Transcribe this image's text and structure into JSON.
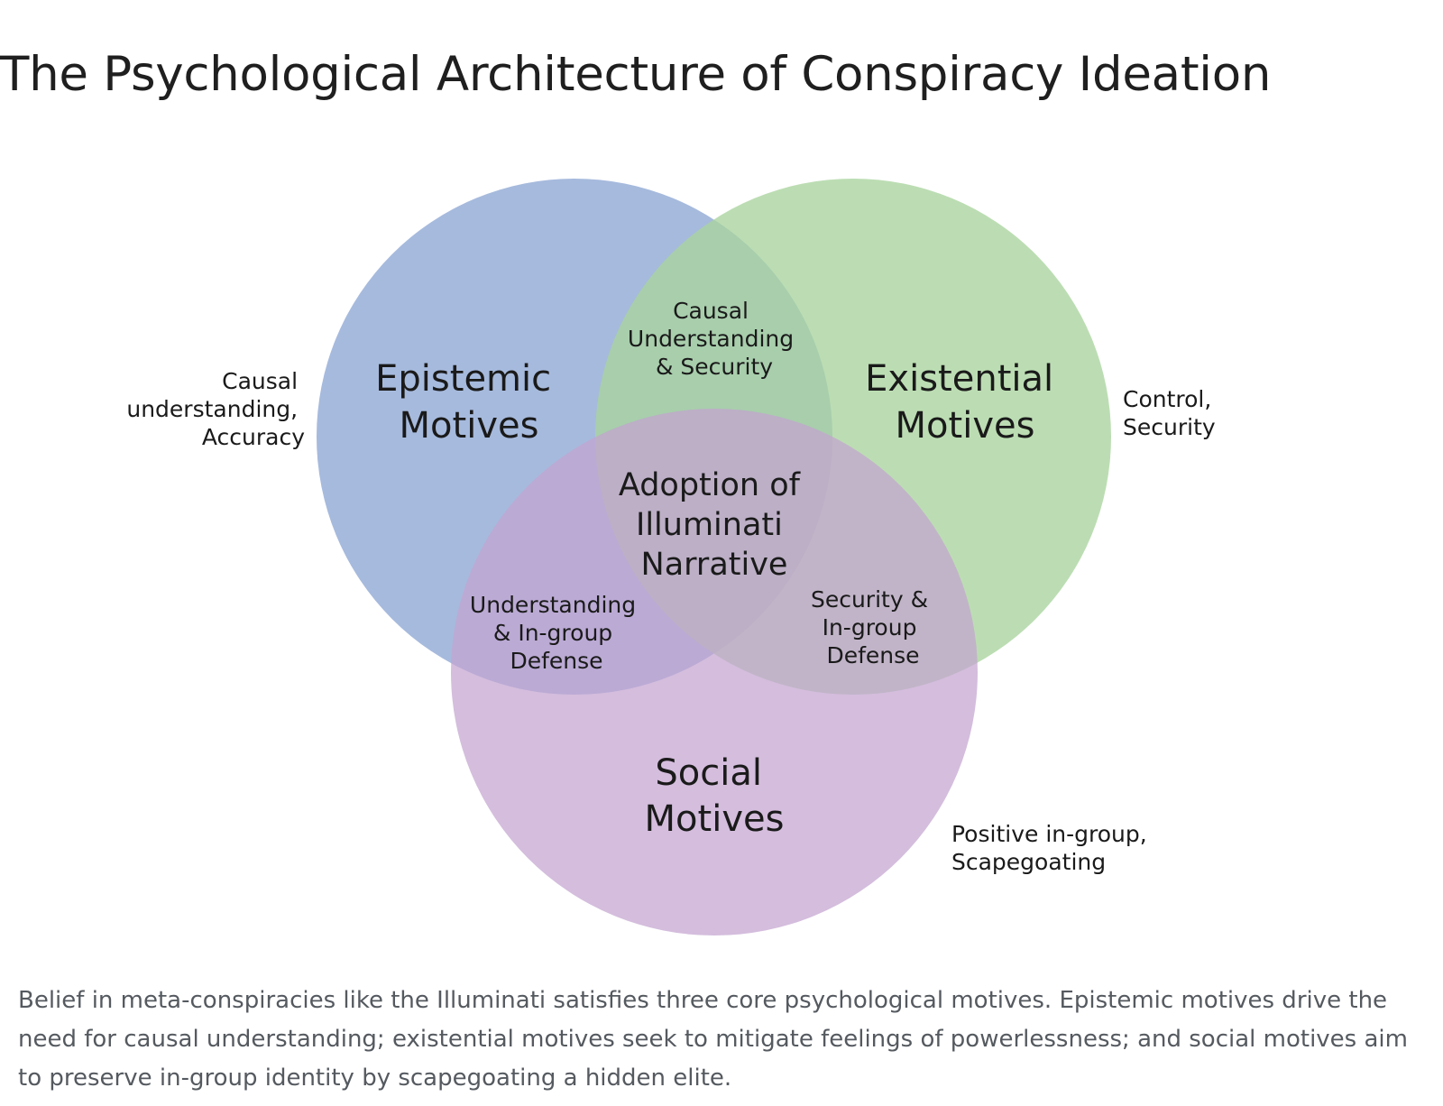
{
  "title": "The Psychological Architecture of Conspiracy Ideation",
  "venn": {
    "circles": [
      {
        "id": "epistemic",
        "label_lines": [
          "Epistemic",
          "Motives"
        ],
        "color": "#8da7d3"
      },
      {
        "id": "existential",
        "label_lines": [
          "Existential",
          "Motives"
        ],
        "color": "#a9d39e"
      },
      {
        "id": "social",
        "label_lines": [
          "Social",
          "Motives"
        ],
        "color": "#c4a3d0"
      }
    ],
    "intersections": {
      "epistemic_existential": [
        "Causal",
        "Understanding",
        "& Security"
      ],
      "epistemic_social": [
        "Understanding",
        "& In-group",
        "Defense"
      ],
      "existential_social": [
        "Security &",
        "In-group",
        "Defense"
      ],
      "center": [
        "Adoption of",
        "Illuminati",
        "Narrative"
      ]
    },
    "annotations": {
      "epistemic": [
        "Causal",
        "understanding,",
        "Accuracy"
      ],
      "existential": [
        "Control,",
        "Security"
      ],
      "social": [
        "Positive in-group,",
        "Scapegoating"
      ]
    }
  },
  "caption": "Belief in meta-conspiracies like the Illuminati satisfies three core psychological motives. Epistemic motives drive the need for causal understanding; existential motives seek to mitigate feelings of powerlessness; and social motives aim to preserve in-group identity by scapegoating a hidden elite."
}
